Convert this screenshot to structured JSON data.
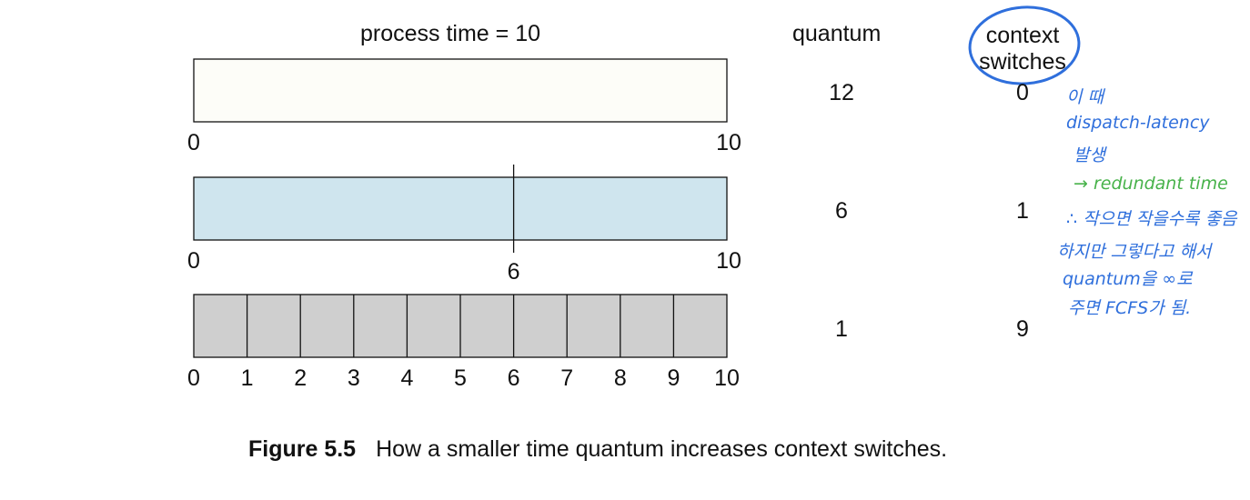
{
  "header": {
    "title": "process time = 10",
    "quantum_label": "quantum",
    "context_label_line1": "context",
    "context_label_line2": "switches"
  },
  "rows": [
    {
      "quantum": "12",
      "switches": "0",
      "ticks": [
        0,
        10
      ],
      "color": "#fdfdf8"
    },
    {
      "quantum": "6",
      "switches": "1",
      "ticks": [
        0,
        6,
        10
      ],
      "color": "#cfe5ee"
    },
    {
      "quantum": "1",
      "switches": "9",
      "ticks": [
        0,
        1,
        2,
        3,
        4,
        5,
        6,
        7,
        8,
        9,
        10
      ],
      "color": "#cfcfcf"
    }
  ],
  "caption": {
    "label": "Figure 5.5",
    "text": "How a smaller time quantum increases context switches."
  },
  "annotations": {
    "line1": "이 때",
    "line2": "dispatch-latency",
    "line3": "발생",
    "line4": "→ redundant time",
    "line5": "∴ 작으면 작을수록 좋음",
    "line6": "하지만 그렇다고 해서",
    "line7": "quantum을 ∞로",
    "line8": "주면 FCFS가 됨.",
    "ink_color": "#2f6fdc",
    "green_color": "#47b24a"
  }
}
